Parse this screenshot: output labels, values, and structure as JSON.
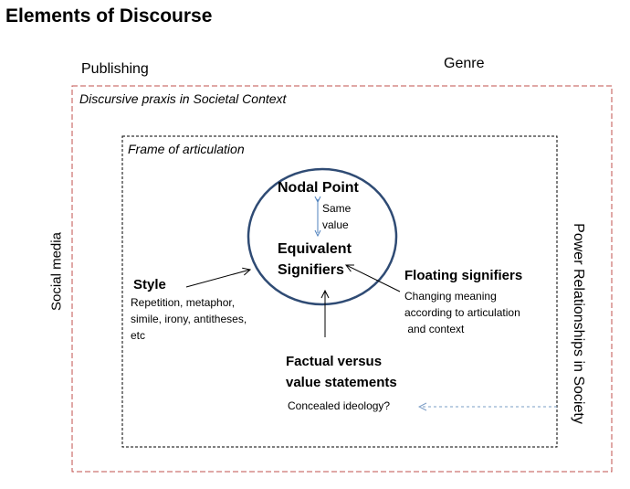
{
  "title": "Elements of Discourse",
  "labels": {
    "publishing": "Publishing",
    "genre": "Genre",
    "social_media": "Social media",
    "power": "Power Relationships in Society"
  },
  "outer_frame": {
    "label": "Discursive praxis in Societal Context"
  },
  "inner_frame": {
    "label": "Frame of articulation"
  },
  "core": {
    "nodal_point": "Nodal Point",
    "same_value": [
      "Same",
      "value"
    ],
    "equivalent": [
      "Equivalent",
      "Signifiers"
    ]
  },
  "style": {
    "title": "Style",
    "lines": [
      "Repetition, metaphor,",
      "simile, irony, antitheses,",
      "etc"
    ]
  },
  "floating": {
    "title": "Floating signifiers",
    "lines": [
      "Changing meaning",
      "according to articulation",
      " and context"
    ]
  },
  "factual": {
    "title_lines": [
      "Factual versus",
      "value statements"
    ],
    "question": "Concealed ideology?"
  },
  "colors": {
    "circle": "#2f4b74",
    "outer_border": "#c0504d",
    "double_arrow": "#4f81bd",
    "dashed_arrow": "#7a9cc6"
  }
}
